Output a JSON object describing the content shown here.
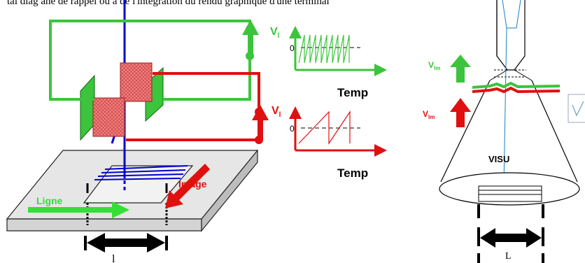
{
  "top_text": "tal diag ane de rappel ou a de l'intégration du rendu graphique d'une terminal",
  "signals": {
    "vl_top": {
      "v": "V",
      "sub": "l"
    },
    "vl_bottom": {
      "v": "V",
      "sub": "l"
    },
    "vlm_top": {
      "v": "V",
      "sub": "lm"
    },
    "vlm_bottom": {
      "v": "V",
      "sub": "lm"
    },
    "zero_top": "0",
    "zero_bottom": "0",
    "temp_top": "Temp",
    "temp_bottom": "Temp"
  },
  "labels": {
    "ligne": "Ligne",
    "image": "Image",
    "visu": "VISU",
    "l_small": "l",
    "l_big": "L"
  },
  "colors": {
    "green": "#3cc43c",
    "red": "#e01010",
    "blue": "#0000d0",
    "black": "#000000"
  }
}
